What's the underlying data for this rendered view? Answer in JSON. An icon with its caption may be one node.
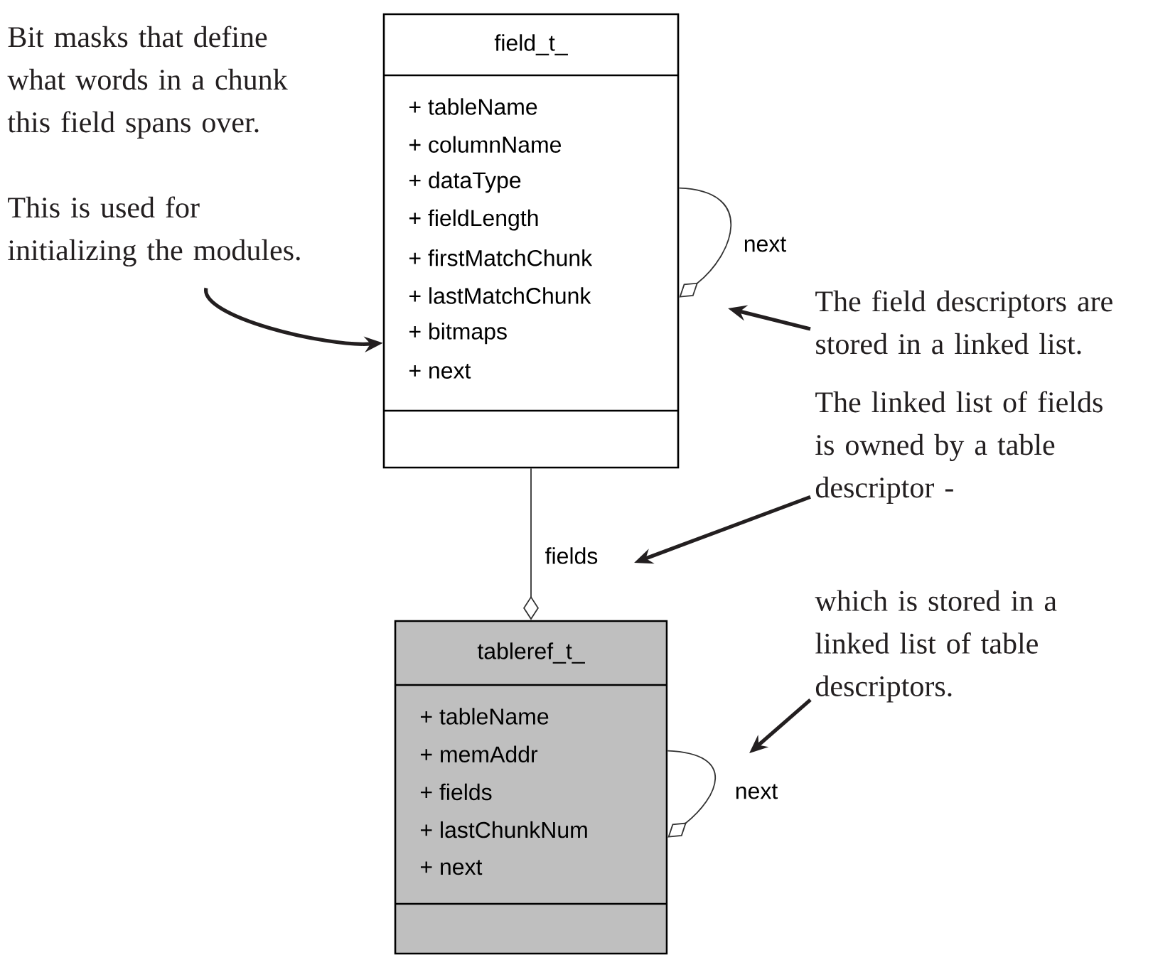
{
  "diagram": {
    "nodes": [
      {
        "text": [
          "field_t_",
          "+ tableName",
          "+ columnName",
          "+ dataType",
          "+ fieldLength",
          "+ firstMatchChunk",
          "+ lastMatchChunk",
          "+ bitmaps",
          "+ next"
        ]
      },
      {
        "text": [
          "tableref_t_",
          "+ tableName",
          "+ memAddr",
          "+ fields",
          "+ lastChunkNum",
          "+ next"
        ]
      },
      {
        "text": [
          "Bit masks that define what words in a chunk this field spans over.",
          "This is used for initializing the modules."
        ]
      },
      {
        "text": [
          "The field descriptors are stored in a linked list."
        ]
      },
      {
        "text": [
          "The linked list of fields is owned by a table descriptor -"
        ]
      },
      {
        "text": [
          "which is stored in a linked list of table descriptors."
        ]
      }
    ],
    "edges": [
      {
        "from": 0,
        "to": 0,
        "arrow": "other",
        "label": "next"
      },
      {
        "from": 0,
        "to": 1,
        "arrow": "other",
        "label": "fields"
      },
      {
        "from": 1,
        "to": 1,
        "arrow": "other",
        "label": "next"
      },
      {
        "from": 2,
        "to": 0,
        "arrow": "to"
      },
      {
        "from": 3,
        "to": null,
        "arrow": "to"
      },
      {
        "from": 4,
        "to": null,
        "arrow": "to"
      },
      {
        "from": 5,
        "to": null,
        "arrow": "to"
      }
    ]
  }
}
